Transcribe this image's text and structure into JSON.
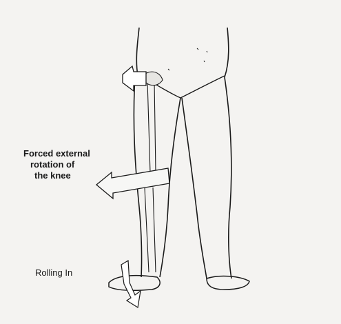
{
  "annotations": {
    "external_rotation": [
      "Forced external",
      "rotation of",
      "the knee"
    ],
    "rolling_in": "Rolling In"
  },
  "colors": {
    "paper": "#f4f3f1",
    "ink": "#1a1a1a"
  }
}
